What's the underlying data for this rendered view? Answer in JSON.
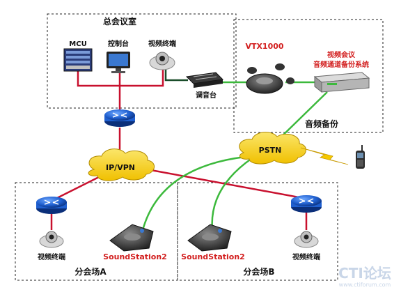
{
  "zones": {
    "hq": "总会议室",
    "audio_backup": "音频备份",
    "branch_a": "分会场A",
    "branch_b": "分会场B"
  },
  "devices": {
    "mcu": "MCU",
    "console": "控制台",
    "video_terminal_hq": "视频终端",
    "mixer": "调音台",
    "vtx": "VTX1000",
    "backup_system_line1": "视频会议",
    "backup_system_line2": "音频通道备份系统",
    "branch_a_terminal": "视频终端",
    "branch_a_phone": "SoundStation2",
    "branch_b_phone": "SoundStation2",
    "branch_b_terminal": "视频终端"
  },
  "networks": {
    "ipvpn": "IP/VPN",
    "pstn": "PSTN"
  },
  "watermark": {
    "brand": "CTI论坛",
    "url": "www.ctiforum.com"
  },
  "colors": {
    "red_link": "#c8102e",
    "green_link": "#3cb93c",
    "dark_link": "#1a4d2a",
    "cloud_fill": "#f7d21c",
    "accent_red": "#d21e1e",
    "router_blue": "#1f5fcf"
  }
}
